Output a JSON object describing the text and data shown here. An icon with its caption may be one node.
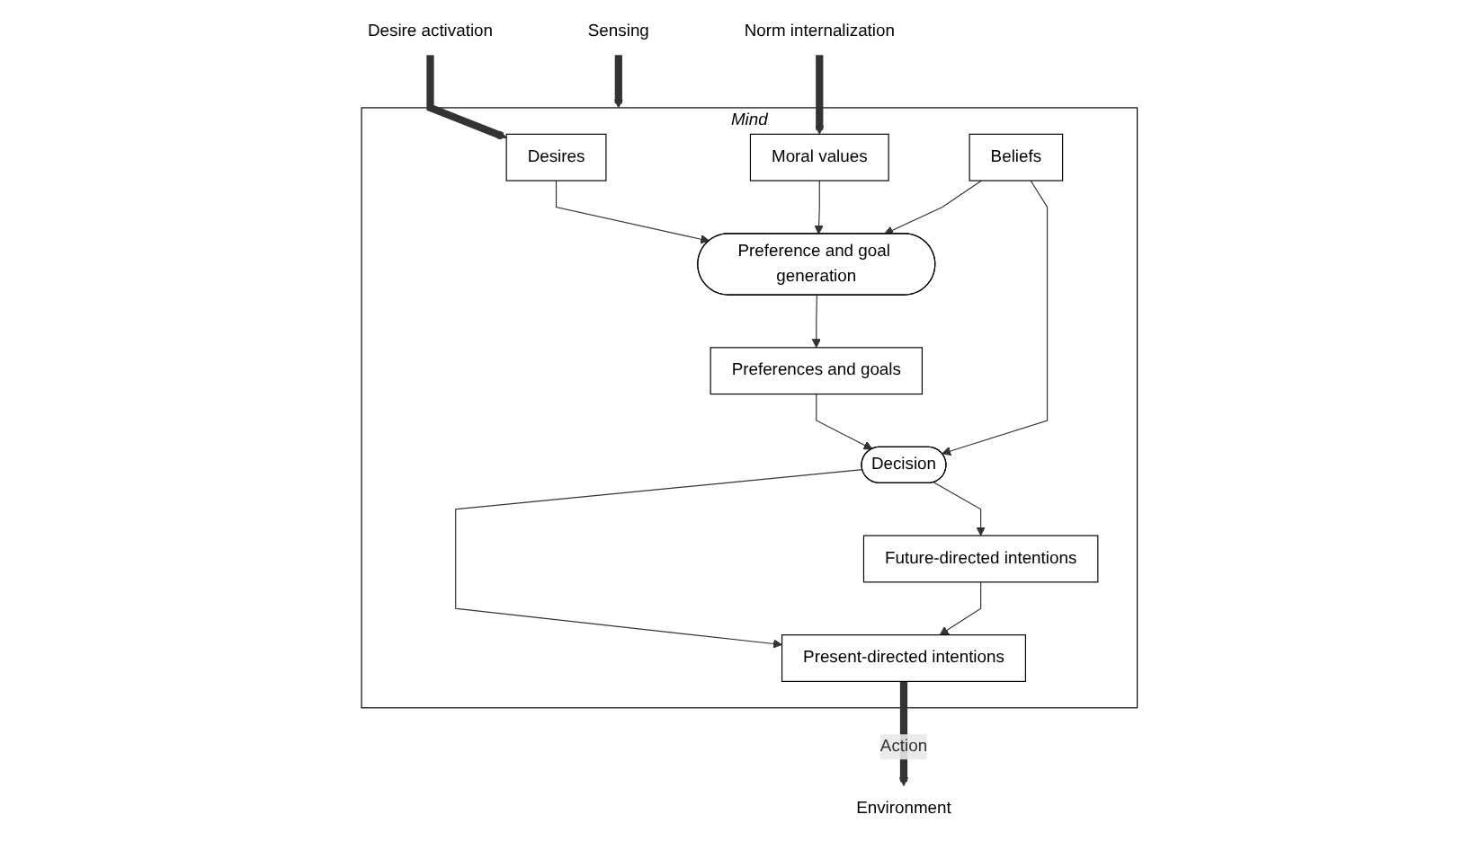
{
  "diagram": {
    "nodes": [
      {
        "text": [
          "Mind"
        ]
      },
      {
        "text": [
          "Desires"
        ],
        "in": 0
      },
      {
        "text": [
          "Moral values"
        ],
        "in": 0
      },
      {
        "text": [
          "Preference and goal generation"
        ],
        "in": 0
      },
      {
        "text": [
          "Preferences and goals"
        ],
        "in": 0
      },
      {
        "text": [
          "Beliefs"
        ],
        "in": 0
      },
      {
        "text": [
          "Decision"
        ],
        "in": 0
      },
      {
        "text": [
          "Future-directed intentions"
        ],
        "in": 0
      },
      {
        "text": [
          "Present-directed intentions"
        ],
        "in": 0
      },
      {
        "text": [
          "Desire activation"
        ]
      },
      {
        "text": [
          "Norm internalization"
        ]
      },
      {
        "text": [
          "Sensing"
        ]
      },
      {
        "text": [
          "Environment"
        ]
      }
    ],
    "edges": [
      {
        "from": 9,
        "to": 1,
        "arrow": "to",
        "style": "thick"
      },
      {
        "from": 10,
        "to": 2,
        "arrow": "to",
        "style": "thick"
      },
      {
        "from": 11,
        "to": 0,
        "arrow": "to",
        "style": "thick"
      },
      {
        "from": 1,
        "to": 3,
        "arrow": "to"
      },
      {
        "from": 2,
        "to": 3,
        "arrow": "to"
      },
      {
        "from": 5,
        "to": 3,
        "arrow": "to"
      },
      {
        "from": 3,
        "to": 4,
        "arrow": "to"
      },
      {
        "from": 4,
        "to": 6,
        "arrow": "to"
      },
      {
        "from": 5,
        "to": 6,
        "arrow": "to"
      },
      {
        "from": 6,
        "to": 7,
        "arrow": "to"
      },
      {
        "from": 6,
        "to": 8,
        "arrow": "to"
      },
      {
        "from": 7,
        "to": 8,
        "arrow": "to"
      },
      {
        "from": 8,
        "to": 12,
        "label": "Action",
        "arrow": "to",
        "style": "thick"
      }
    ]
  }
}
